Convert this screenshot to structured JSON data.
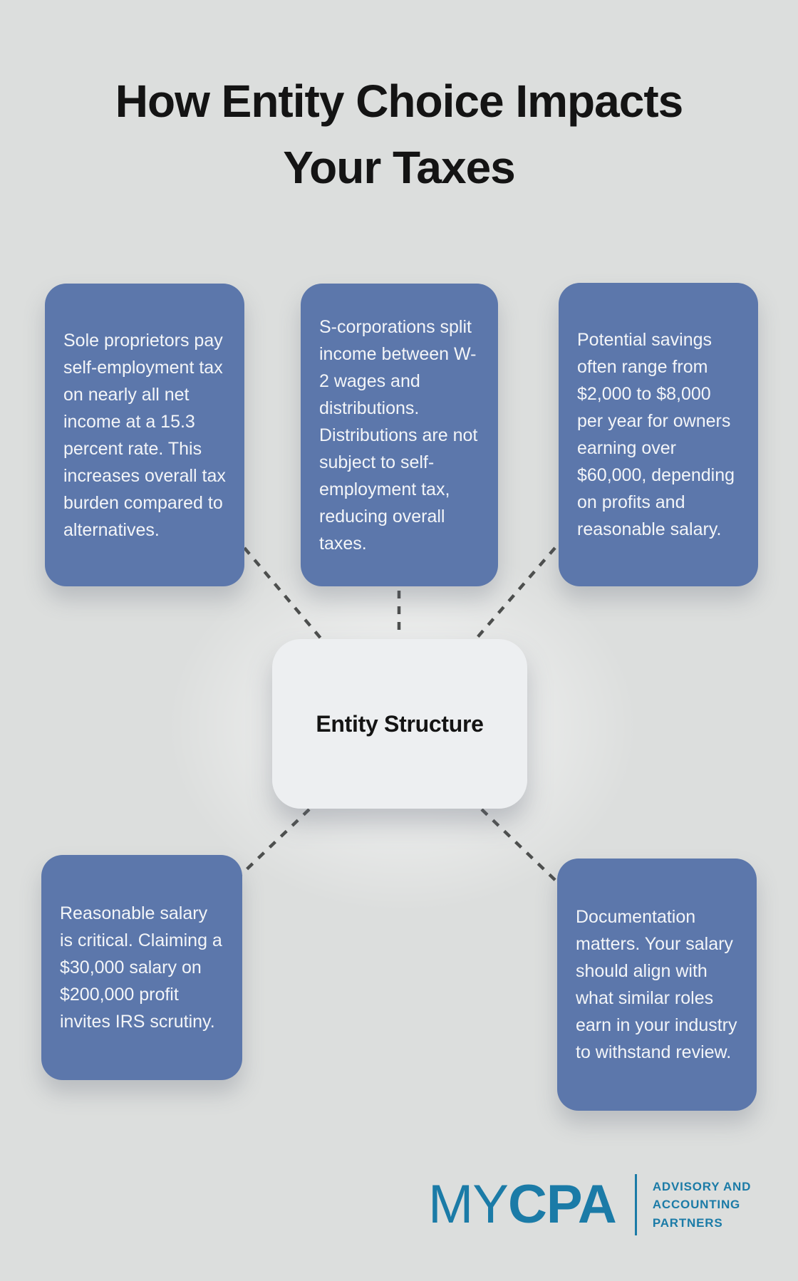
{
  "title": {
    "line1": "How Entity Choice Impacts",
    "line2": "Your Taxes"
  },
  "center_node": {
    "label": "Entity Structure"
  },
  "cards": [
    {
      "position": "top-left",
      "text": "Sole proprietors pay self-employment tax on nearly all net income at a 15.3 percent rate. This increases overall tax burden compared to alternatives."
    },
    {
      "position": "top-middle",
      "text": "S-corporations split income between W-2 wages and distributions. Distributions are not subject to self-employment tax, reducing overall taxes."
    },
    {
      "position": "top-right",
      "text": "Potential savings often range from $2,000 to $8,000 per year for owners earning over $60,000, depending on profits and reasonable salary."
    },
    {
      "position": "bottom-left",
      "text": "Reasonable salary is critical. Claiming a $30,000 salary on $200,000 profit invites IRS scrutiny."
    },
    {
      "position": "bottom-right",
      "text": "Documentation matters. Your salary should align with what similar roles earn in your industry to withstand review."
    }
  ],
  "logo": {
    "brand_light": "MY",
    "brand_bold": "CPA",
    "tagline": [
      "ADVISORY AND",
      "ACCOUNTING",
      "PARTNERS"
    ]
  },
  "colors": {
    "background": "#dcdedd",
    "card_blue": "#5c77ab",
    "card_text": "#f3f5f8",
    "center_node_bg": "#edeff1",
    "title_text": "#141414",
    "dash_line": "#4d4f4e",
    "logo_teal": "#1b7ba7"
  }
}
